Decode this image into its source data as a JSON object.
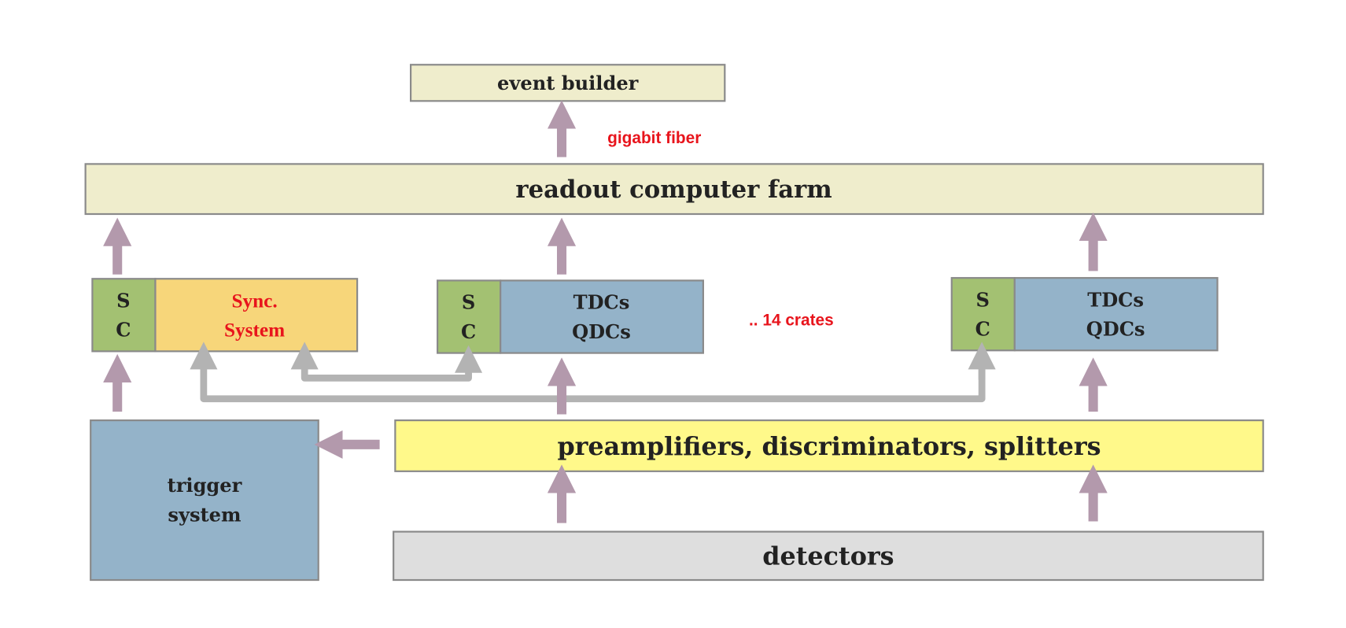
{
  "blocks": {
    "event_builder": "event builder",
    "readout_farm": "readout computer farm",
    "sc_top": "S",
    "sc_bottom": "C",
    "sync_line1": "Sync.",
    "sync_line2": "System",
    "tdcs": "TDCs",
    "qdcs": "QDCs",
    "trigger_line1": "trigger",
    "trigger_line2": "system",
    "preamps": "preamplifiers, discriminators, splitters",
    "detectors": "detectors"
  },
  "annotations": {
    "link": "gigabit fiber",
    "crates": ".. 14 crates"
  },
  "colors": {
    "computer": "#efedcc",
    "sc": "#a3c172",
    "sync": "#f7d67a",
    "crate": "#94b3c9",
    "preamps": "#fff98a",
    "detectors": "#dedede",
    "data_arrow": "#b399ac",
    "sync_line": "#b3b3b3",
    "annotation": "#e8141c"
  }
}
